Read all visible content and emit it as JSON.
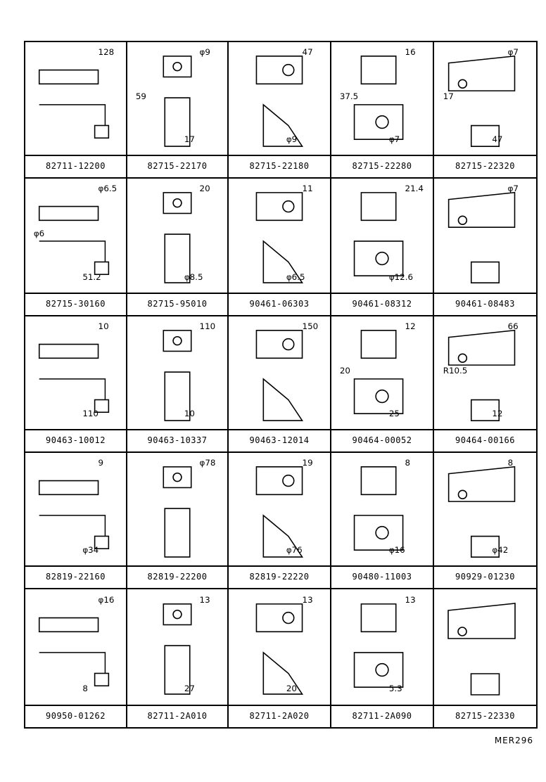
{
  "figure_ref": "MER296",
  "parts": [
    {
      "part_no": "82711-12200",
      "dims": [
        "128"
      ]
    },
    {
      "part_no": "82715-22170",
      "dims": [
        "φ9",
        "17",
        "59"
      ]
    },
    {
      "part_no": "82715-22180",
      "dims": [
        "47",
        "φ9"
      ]
    },
    {
      "part_no": "82715-22280",
      "dims": [
        "16",
        "φ7",
        "37.5"
      ]
    },
    {
      "part_no": "82715-22320",
      "dims": [
        "φ7",
        "47",
        "17"
      ]
    },
    {
      "part_no": "82715-30160",
      "dims": [
        "φ6.5",
        "51.2",
        "φ6"
      ]
    },
    {
      "part_no": "82715-95010",
      "dims": [
        "20",
        "φ8.5"
      ]
    },
    {
      "part_no": "90461-06303",
      "dims": [
        "11",
        "φ6.5"
      ]
    },
    {
      "part_no": "90461-08312",
      "dims": [
        "21.4",
        "φ12.6"
      ]
    },
    {
      "part_no": "90461-08483",
      "dims": [
        "φ7"
      ]
    },
    {
      "part_no": "90463-10012",
      "dims": [
        "10",
        "110"
      ]
    },
    {
      "part_no": "90463-10337",
      "dims": [
        "110",
        "10"
      ]
    },
    {
      "part_no": "90463-12014",
      "dims": [
        "150"
      ]
    },
    {
      "part_no": "90464-00052",
      "dims": [
        "12",
        "25",
        "20"
      ]
    },
    {
      "part_no": "90464-00166",
      "dims": [
        "66",
        "12",
        "R10.5"
      ]
    },
    {
      "part_no": "82819-22160",
      "dims": [
        "9",
        "φ34"
      ]
    },
    {
      "part_no": "82819-22200",
      "dims": [
        "φ78"
      ]
    },
    {
      "part_no": "82819-22220",
      "dims": [
        "19",
        "φ76"
      ]
    },
    {
      "part_no": "90480-11003",
      "dims": [
        "8",
        "φ16"
      ]
    },
    {
      "part_no": "90929-01230",
      "dims": [
        "8",
        "φ42"
      ]
    },
    {
      "part_no": "90950-01262",
      "dims": [
        "φ16",
        "8"
      ]
    },
    {
      "part_no": "82711-2A010",
      "dims": [
        "13",
        "27"
      ]
    },
    {
      "part_no": "82711-2A020",
      "dims": [
        "13",
        "20"
      ]
    },
    {
      "part_no": "82711-2A090",
      "dims": [
        "13",
        "5.3"
      ]
    },
    {
      "part_no": "82715-22330",
      "dims": []
    }
  ]
}
